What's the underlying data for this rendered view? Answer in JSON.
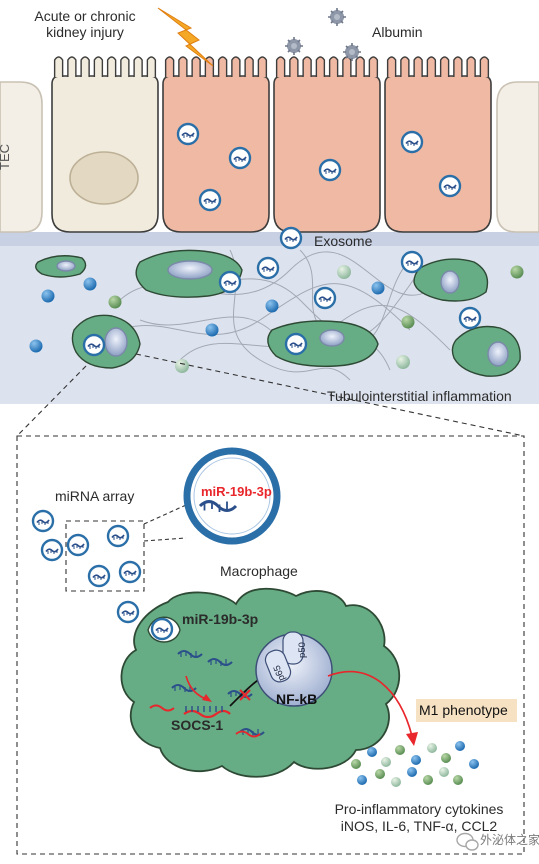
{
  "labels": {
    "injury_line1": "Acute or chronic",
    "injury_line2": "kidney injury",
    "albumin": "Albumin",
    "tec": "TEC",
    "exosome": "Exosome",
    "inflammation": "Tubulointerstitial inflammation",
    "mirna_array": "miRNA array",
    "macrophage": "Macrophage",
    "mir_name": "miR-19b-3p",
    "mir_zoom": "miR-19b-3p",
    "socs": "SOCS-1",
    "nfkb": "NF-kB",
    "p50": "p50",
    "p65": "p65",
    "m1": "M1 phenotype",
    "cytokines_title": "Pro-inflammatory cytokines",
    "cytokines_list": "iNOS, IL-6, TNF-α, CCL2",
    "watermark": "外泌体之家"
  },
  "colors": {
    "tec_injured": "#efb9a3",
    "tec_normal": "#f1ebdd",
    "interstitium": "#dfe4ee",
    "macrophage": "#66ac84",
    "exosome_ring": "#2a6fa8",
    "mirna": "#2a4f8a",
    "socs": "#e8262b",
    "m1_box": "#f6e1c2"
  },
  "icons": [
    "lightning-bolt-icon",
    "albumin-particle-icon",
    "wechat-icon",
    "inhibition-x-icon"
  ]
}
